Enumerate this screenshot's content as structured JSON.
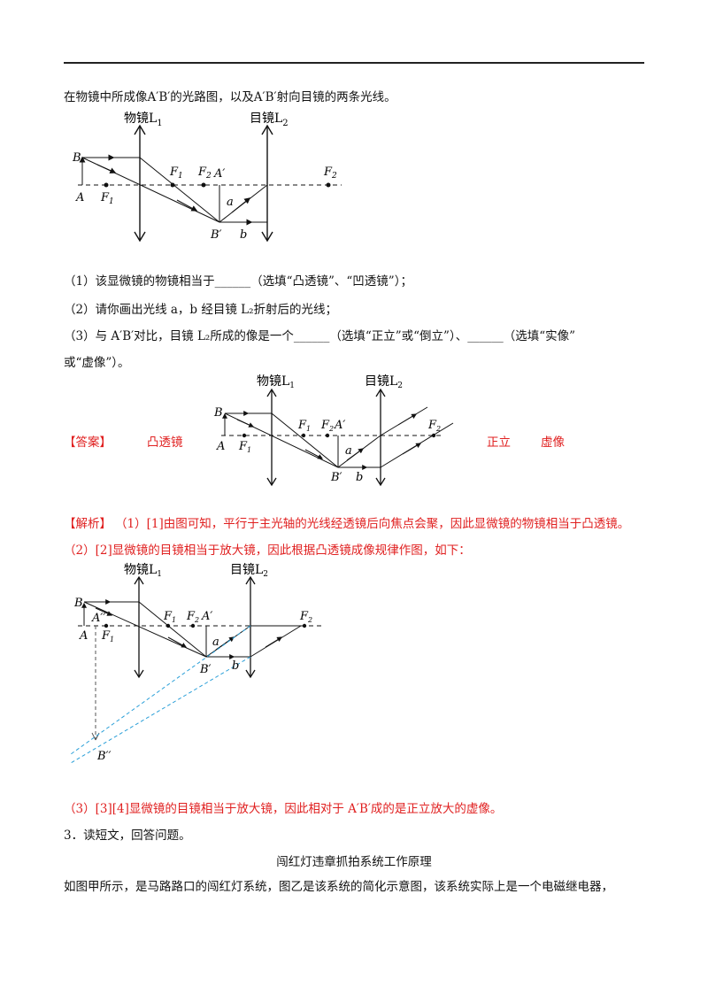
{
  "intro": "在物镜中所成像A′B′的光路图，以及A′B′射向目镜的两条光线。",
  "diagram1": {
    "objective_label": "物镜L",
    "objective_sub": "1",
    "eyepiece_label": "目镜L",
    "eyepiece_sub": "2",
    "pt_B": "B",
    "pt_A": "A",
    "pt_F1_left": "F",
    "pt_F1_left_sub": "1",
    "pt_F1_right": "F",
    "pt_F1_right_sub": "1",
    "pt_F2_left": "F",
    "pt_F2_left_sub": "2",
    "pt_A_prime": "A′",
    "pt_a": "a",
    "pt_B_prime": "B′",
    "pt_b": "b",
    "pt_F2_right": "F",
    "pt_F2_right_sub": "2"
  },
  "questions": {
    "q1": "（1）该显微镜的物镜相当于______（选填“凸透镜”、“凹透镜”）；",
    "q2": "（2）请你画出光线 a，b 经目镜 L₂折射后的光线；",
    "q3_line1": "（3）与 A′B′对比，目镜 L₂所成的像是一个______（选填“正立”或“倒立”）、______（选填“实像”",
    "q3_line2": "或“虚像”）。"
  },
  "answer": {
    "tag": "【答案】",
    "a1": "凸透镜",
    "a2": "正立",
    "a3": "虚像"
  },
  "diagram2": {
    "objective_label": "物镜L",
    "objective_sub": "1",
    "eyepiece_label": "目镜L",
    "eyepiece_sub": "2",
    "pt_B": "B",
    "pt_A": "A",
    "pt_F1a": "F",
    "pt_F1b": "F",
    "pt_F2a": "F",
    "pt_F2b": "F",
    "sub1": "1",
    "sub2": "2",
    "pt_A_prime": "A′",
    "pt_a": "a",
    "pt_B_prime": "B′",
    "pt_b": "b"
  },
  "analysis": {
    "tag": "【解析】",
    "p1": "（1）[1]由图可知，平行于主光轴的光线经透镜后向焦点会聚，因此显微镜的物镜相当于凸透镜。",
    "p2": "（2）[2]显微镜的目镜相当于放大镜，因此根据凸透镜成像规律作图，如下：",
    "p3": "（3）[3][4]显微镜的目镜相当于放大镜，因此相对于 A′B′成的是正立放大的虚像。"
  },
  "diagram3": {
    "objective_label": "物镜L",
    "objective_sub": "1",
    "eyepiece_label": "目镜L",
    "eyepiece_sub": "2",
    "pt_B": "B",
    "pt_A": "A",
    "pt_A_dprime": "A′′",
    "pt_F1a": "F",
    "pt_F1b": "F",
    "pt_F2a": "F",
    "pt_F2b": "F",
    "sub1": "1",
    "sub2": "2",
    "pt_A_prime": "A′",
    "pt_a": "a",
    "pt_B_prime": "B′",
    "pt_b": "b",
    "pt_B_dprime": "B′′"
  },
  "section3": {
    "q": "3．读短文，回答问题。",
    "title": "闯红灯违章抓拍系统工作原理",
    "body": "如图甲所示，是马路路口的闯红灯系统，图乙是该系统的简化示意图，该系统实际上是一个电磁继电器，"
  }
}
